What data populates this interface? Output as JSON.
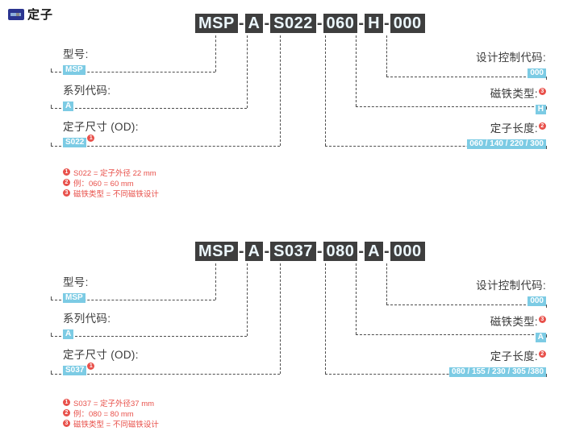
{
  "page": {
    "header": {
      "title": "定子"
    }
  },
  "glyphs": {
    "separator": "-"
  },
  "colors": {
    "highlight_blue": "#7CCBE4",
    "code_segment_bg": "#3E3E3E",
    "accent_red": "#E8504A",
    "header_icon_navy": "#2B3590"
  },
  "diagrams": [
    {
      "model_code": "MSP-A-S022-060-H-000",
      "segments": [
        "MSP",
        "A",
        "S022",
        "060",
        "H",
        "000"
      ],
      "left_labels": [
        {
          "label": "型号:",
          "value": "MSP"
        },
        {
          "label": "系列代码:",
          "value": "A"
        },
        {
          "label": "定子尺寸 (OD):",
          "value": "S022",
          "badge": "1"
        }
      ],
      "right_labels": [
        {
          "label": "设计控制代码:",
          "value": "000"
        },
        {
          "label": "磁铁类型:",
          "value": "H",
          "badge": "3"
        },
        {
          "label": "定子长度:",
          "value": "060 / 140 / 220 / 300",
          "badge": "2"
        }
      ],
      "footnotes": [
        {
          "num": "1",
          "text": "S022 = 定子外径 22 mm"
        },
        {
          "num": "2",
          "text": "例：060 = 60 mm"
        },
        {
          "num": "3",
          "text": "磁铁类型 = 不同磁铁设计"
        }
      ]
    },
    {
      "model_code": "MSP-A-S037-080-A-000",
      "segments": [
        "MSP",
        "A",
        "S037",
        "080",
        "A",
        "000"
      ],
      "left_labels": [
        {
          "label": "型号:",
          "value": "MSP"
        },
        {
          "label": "系列代码:",
          "value": "A"
        },
        {
          "label": "定子尺寸 (OD):",
          "value": "S037",
          "badge": "1"
        }
      ],
      "right_labels": [
        {
          "label": "设计控制代码:",
          "value": "000"
        },
        {
          "label": "磁铁类型:",
          "value": "A",
          "badge": "3"
        },
        {
          "label": "定子长度:",
          "value": "080 / 155 / 230 / 305 /380",
          "badge": "2"
        }
      ],
      "footnotes": [
        {
          "num": "1",
          "text": "S037 = 定子外径37 mm"
        },
        {
          "num": "2",
          "text": "例：080 = 80 mm"
        },
        {
          "num": "3",
          "text": "磁铁类型 = 不同磁铁设计"
        }
      ]
    }
  ]
}
